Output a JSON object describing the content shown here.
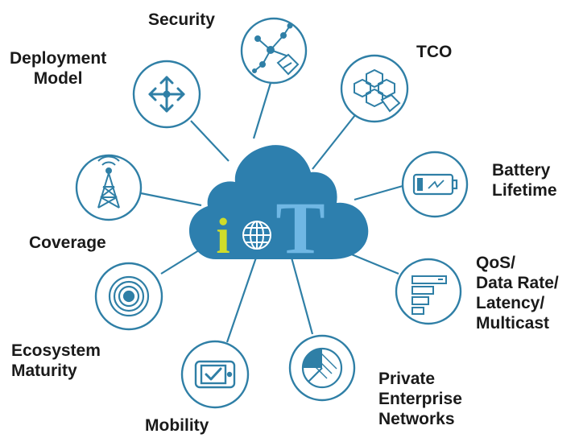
{
  "cloud": {
    "letters": {
      "i": "i",
      "t": "T"
    },
    "colors": {
      "cloud": "#2d7fae",
      "i": "#cfdc2a",
      "t": "#6fb7e4",
      "globe": "#ffffff"
    }
  },
  "colors": {
    "accent": "#2f7fa6",
    "line": "#2f7fa6",
    "text": "#1a1a1a"
  },
  "nodes": {
    "security": {
      "lines": [
        "Security"
      ],
      "icon": "network-tag-icon"
    },
    "tco": {
      "lines": [
        "TCO"
      ],
      "icon": "blocks-tag-icon"
    },
    "deployment": {
      "lines": [
        "Deployment",
        "Model"
      ],
      "icon": "move-arrows-icon"
    },
    "battery": {
      "lines": [
        "Battery",
        "Lifetime"
      ],
      "icon": "battery-icon"
    },
    "coverage": {
      "lines": [
        "Coverage"
      ],
      "icon": "cell-tower-icon"
    },
    "qos": {
      "lines": [
        "QoS/",
        "Data Rate/",
        "Latency/",
        "Multicast"
      ],
      "icon": "data-bars-icon"
    },
    "ecosystem": {
      "lines": [
        "Ecosystem",
        "Maturity"
      ],
      "icon": "concentric-circles-icon"
    },
    "mobility": {
      "lines": [
        "Mobility"
      ],
      "icon": "tablet-check-icon"
    },
    "private": {
      "lines": [
        "Private",
        "Enterprise",
        "Networks"
      ],
      "icon": "pie-chart-icon"
    }
  }
}
